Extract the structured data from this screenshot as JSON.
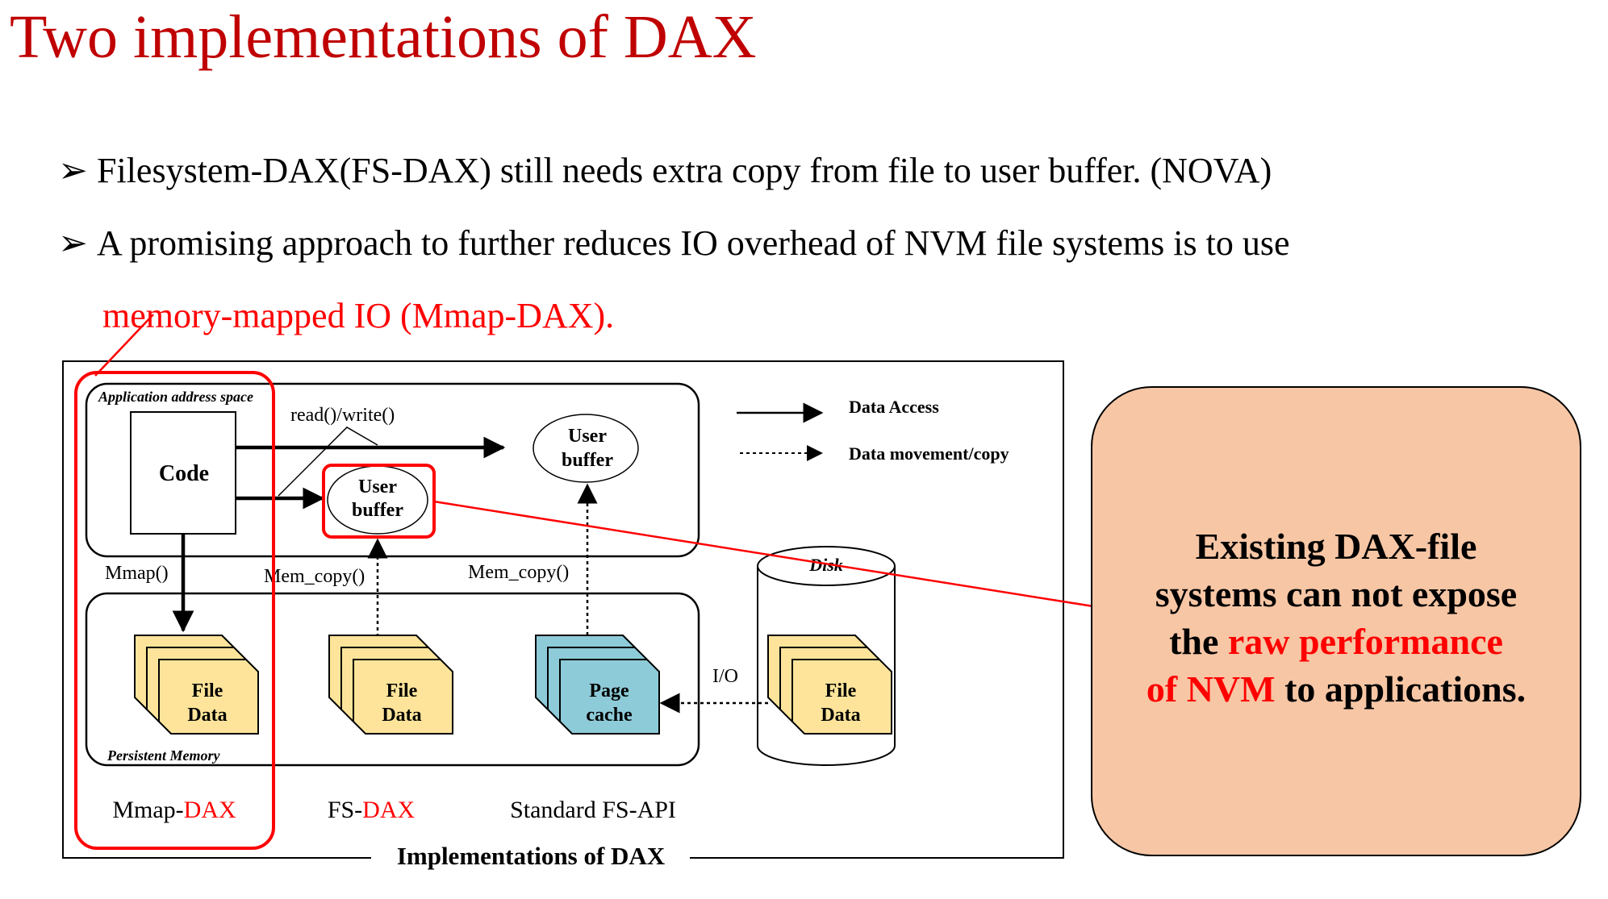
{
  "slide": {
    "title": "Two implementations of DAX",
    "bullets": [
      {
        "text": "Filesystem-DAX(FS-DAX) still needs extra copy from file to user buffer. (NOVA)"
      },
      {
        "text_line1": "A promising approach to further reduces IO overhead of NVM file systems is to use",
        "text_line2_red": "memory-mapped IO (Mmap-DAX)."
      }
    ],
    "bullet_marker": "➢"
  },
  "diagram": {
    "caption": "Implementations of DAX",
    "app_space_label": "Application address space",
    "persistent_memory_label": "Persistent Memory",
    "code_label": "Code",
    "user_buffer_line1": "User",
    "user_buffer_line2": "buffer",
    "read_write_label": "read()/write()",
    "mmap_label": "Mmap()",
    "mem_copy_label_1": "Mem_copy()",
    "mem_copy_label_2": "Mem_copy()",
    "io_label": "I/O",
    "disk_label": "Disk",
    "file_data_line1": "File",
    "file_data_line2": "Data",
    "page_cache_line1": "Page",
    "page_cache_line2": "cache",
    "legend": {
      "data_access": "Data Access",
      "data_movement": "Data movement/copy"
    },
    "columns": {
      "mmap_prefix": "Mmap-",
      "mmap_suffix": "DAX",
      "fs_prefix": "FS-",
      "fs_suffix": "DAX",
      "standard": "Standard FS-API"
    },
    "colors": {
      "file_data_fill": "#fde49a",
      "page_cache_fill": "#8ecbd8",
      "highlight": "#ff0000"
    }
  },
  "callout": {
    "line1": "Existing DAX-file",
    "line2": "systems can not expose",
    "line3_prefix": "the ",
    "line3_red": "raw performance",
    "line4_red": "of NVM",
    "line4_suffix": " to applications.",
    "fill_color": "#f7c6a5"
  }
}
